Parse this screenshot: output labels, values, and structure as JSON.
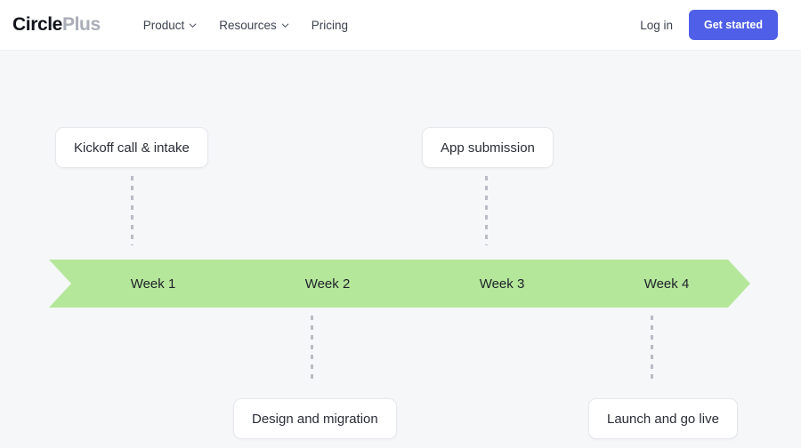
{
  "header": {
    "logo": {
      "part_a": "Circle",
      "part_b": "Plus"
    },
    "nav": [
      {
        "label": "Product",
        "has_caret": true,
        "icon": "chevron-down-icon"
      },
      {
        "label": "Resources",
        "has_caret": true,
        "icon": "chevron-down-icon"
      },
      {
        "label": "Pricing",
        "has_caret": false,
        "icon": ""
      }
    ],
    "login_label": "Log in",
    "cta_label": "Get started",
    "cta_color": "#4f5fe8"
  },
  "timeline": {
    "band_color": "#b5e79b",
    "connector_color": "#b8bcc4",
    "stages": [
      {
        "label": "Week 1"
      },
      {
        "label": "Week 2"
      },
      {
        "label": "Week 3"
      },
      {
        "label": "Week 4"
      }
    ],
    "milestones": [
      {
        "label": "Kickoff call & intake",
        "position": "above",
        "stage": "Week 1"
      },
      {
        "label": "App submission",
        "position": "above",
        "stage": "Week 3"
      },
      {
        "label": "Design and migration",
        "position": "below",
        "stage": "Week 2"
      },
      {
        "label": "Launch and go live",
        "position": "below",
        "stage": "Week 4"
      }
    ]
  }
}
